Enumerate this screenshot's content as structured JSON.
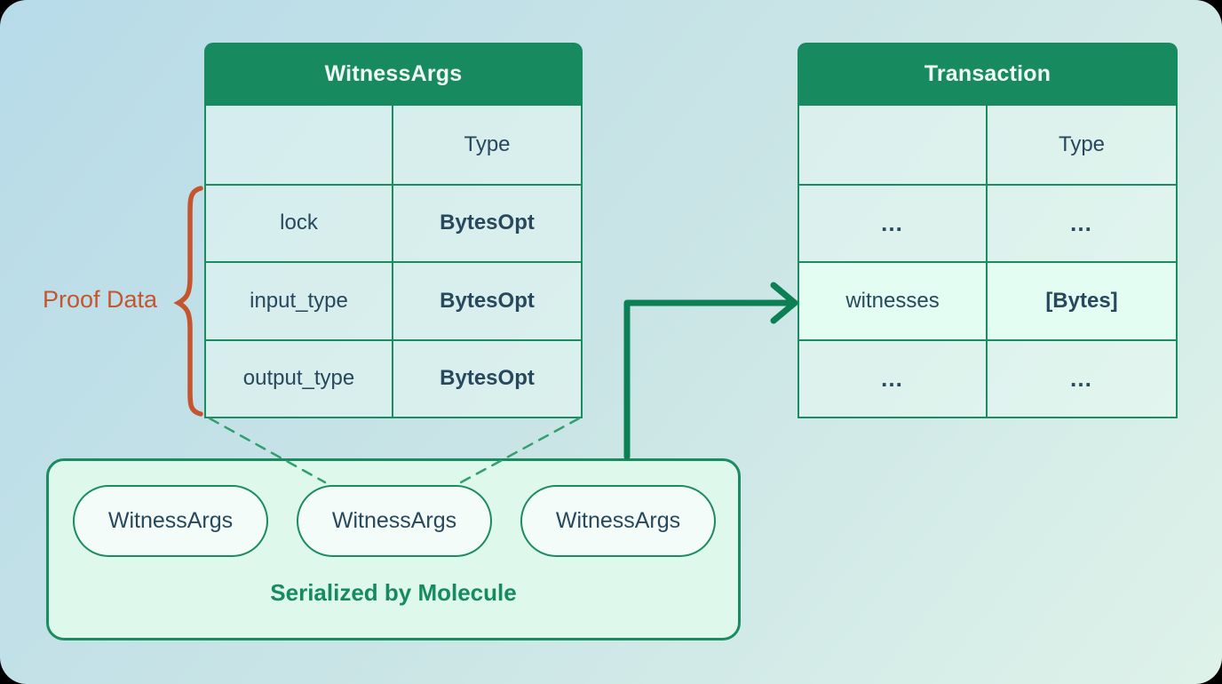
{
  "diagram": {
    "witness_table": {
      "title": "WitnessArgs",
      "type_header": "Type",
      "rows": [
        {
          "field": "lock",
          "type": "BytesOpt"
        },
        {
          "field": "input_type",
          "type": "BytesOpt"
        },
        {
          "field": "output_type",
          "type": "BytesOpt"
        }
      ]
    },
    "transaction_table": {
      "title": "Transaction",
      "type_header": "Type",
      "rows": [
        {
          "field": "…",
          "type": "…"
        },
        {
          "field": "witnesses",
          "type": "[Bytes]",
          "highlighted": true
        },
        {
          "field": "…",
          "type": "…"
        }
      ]
    },
    "proof_data_label": "Proof Data",
    "serialized_box": {
      "items": [
        "WitnessArgs",
        "WitnessArgs",
        "WitnessArgs"
      ],
      "caption": "Serialized by Molecule"
    },
    "colors": {
      "header_green": "#178a60",
      "border_green": "#1b8b60",
      "arrow_green": "#0d7f55",
      "dashed_green": "#31a06d",
      "accent_orange": "#c5552f",
      "text_dark": "#27485d",
      "highlight_bg": "#e4fdf2",
      "box_bg": "#def8ec",
      "pill_bg": "#f4fcfa",
      "bg_top_left": "#b7dbe9",
      "bg_bottom_right": "#def2e9"
    }
  }
}
